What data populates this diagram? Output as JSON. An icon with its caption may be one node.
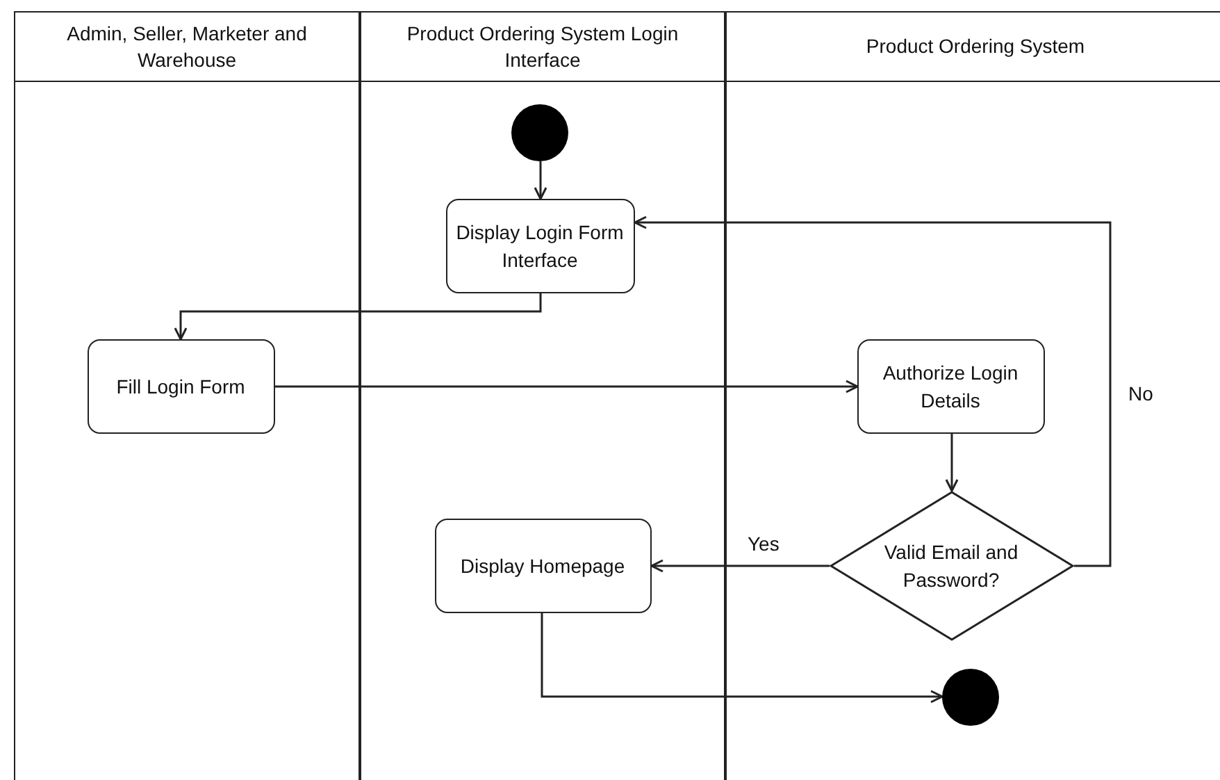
{
  "diagram": {
    "nodes": [
      {
        "text": [
          "Admin, Seller, Marketer and Warehouse"
        ]
      },
      {
        "text": [
          "Product Ordering System Login Interface"
        ]
      },
      {
        "text": [
          "Product Ordering System"
        ]
      },
      {
        "text": [],
        "shape": "circle",
        "in": 1
      },
      {
        "text": [
          "Display Login Form Interface"
        ],
        "in": 1
      },
      {
        "text": [
          "Fill Login Form"
        ],
        "in": 0
      },
      {
        "text": [
          "Authorize Login Details"
        ],
        "in": 2
      },
      {
        "text": [
          "Valid Email and Password?"
        ],
        "in": 2
      },
      {
        "text": [
          "Display Homepage"
        ],
        "in": 1
      },
      {
        "text": [],
        "shape": "circle",
        "in": 2
      }
    ],
    "edges": [
      {
        "from": 3,
        "to": 4,
        "arrow": "to"
      },
      {
        "from": 4,
        "to": 5,
        "arrow": "to"
      },
      {
        "from": 5,
        "to": 6,
        "arrow": "to"
      },
      {
        "from": 6,
        "to": 7,
        "arrow": "to"
      },
      {
        "from": 7,
        "to": 4,
        "arrow": "to",
        "label": "No"
      },
      {
        "from": 7,
        "to": 8,
        "arrow": "to",
        "label": "Yes"
      },
      {
        "from": 8,
        "to": 9,
        "arrow": "to"
      }
    ]
  }
}
